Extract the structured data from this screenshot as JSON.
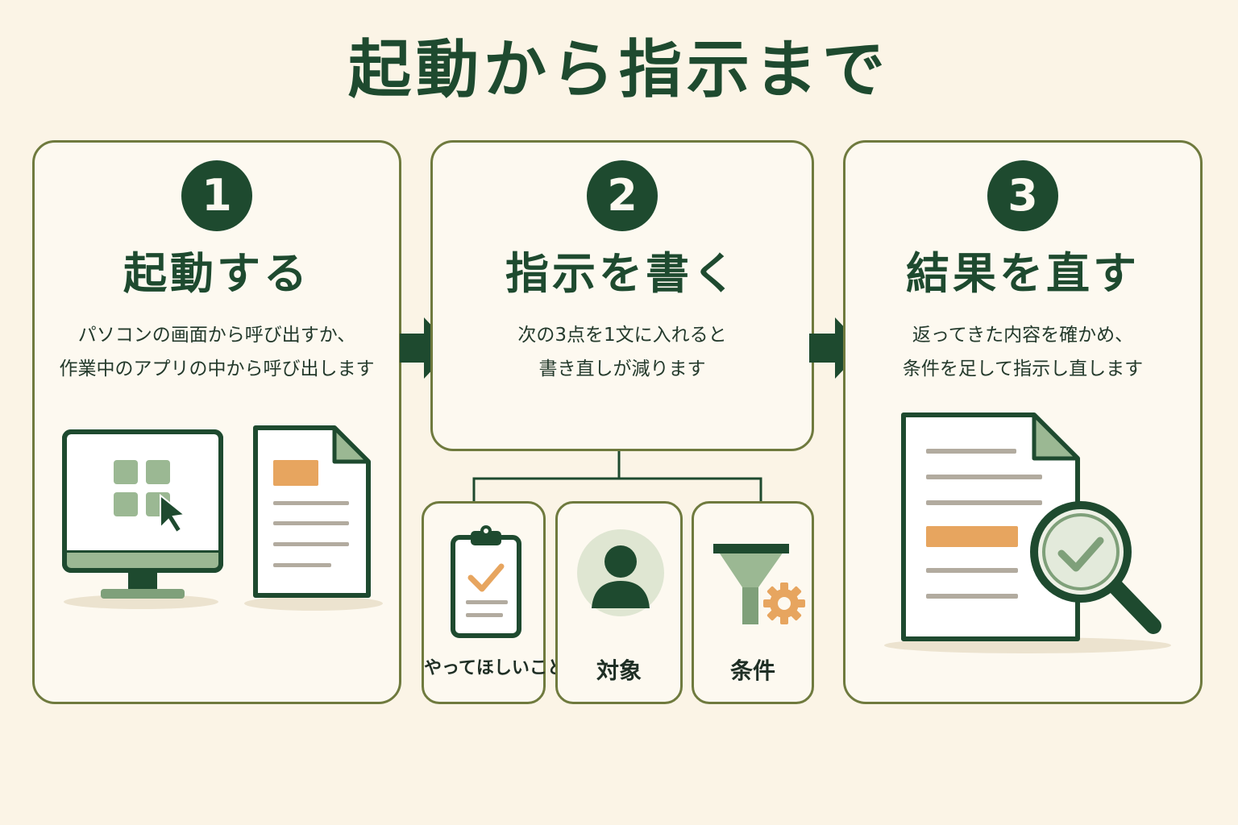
{
  "title": "起動から指示まで",
  "colors": {
    "background": "#fbf4e6",
    "primary_green": "#1e4a2f",
    "light_green": "#9bb893",
    "border_olive": "#6f7a3e",
    "accent_orange": "#e7a55f",
    "line_gray": "#b2ab9f"
  },
  "steps": [
    {
      "number": "1",
      "heading": "起動する",
      "description": [
        "パソコンの画面から呼び出すか、",
        "作業中のアプリの中から呼び出します"
      ],
      "icons": [
        "monitor-icon",
        "document-icon"
      ]
    },
    {
      "number": "2",
      "heading": "指示を書く",
      "description": [
        "次の3点を1文に入れると",
        "書き直しが減ります"
      ],
      "points": [
        {
          "label": "やってほしいこと",
          "icon": "clipboard-check-icon"
        },
        {
          "label": "対象",
          "icon": "person-icon"
        },
        {
          "label": "条件",
          "icon": "funnel-gear-icon"
        }
      ]
    },
    {
      "number": "3",
      "heading": "結果を直す",
      "description": [
        "返ってきた内容を確かめ、",
        "条件を足して指示し直します"
      ],
      "icons": [
        "document-magnifier-check-icon"
      ]
    }
  ]
}
